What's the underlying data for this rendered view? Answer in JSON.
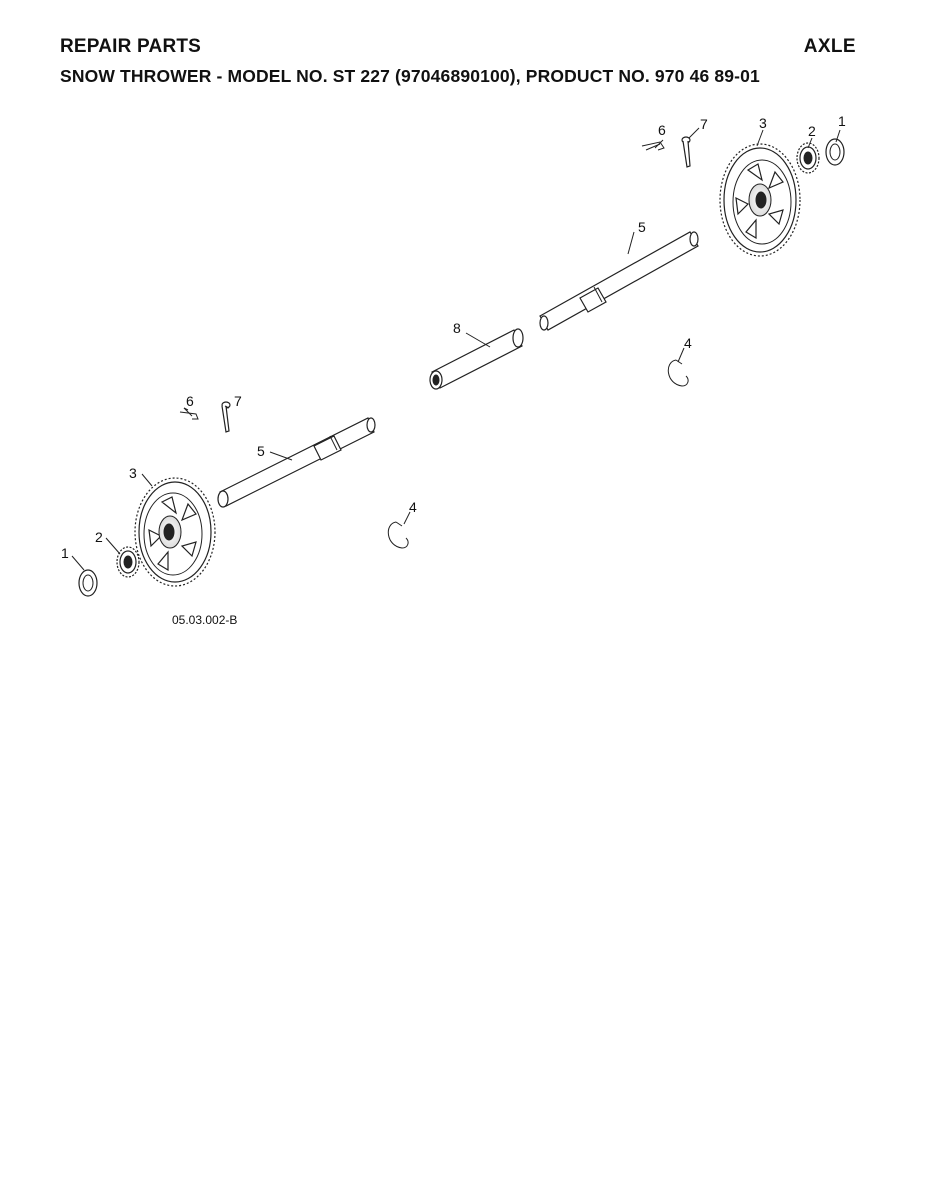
{
  "header": {
    "section": "REPAIR PARTS",
    "assembly": "AXLE",
    "subtitle": "SNOW THROWER - MODEL NO. ST 227 (97046890100), PRODUCT NO. 970 46 89-01"
  },
  "diagram": {
    "figure_ref": "05.03.002-B",
    "callouts": {
      "right_6": "6",
      "right_7": "7",
      "right_3": "3",
      "right_2": "2",
      "right_1": "1",
      "right_5": "5",
      "center_8": "8",
      "right_4": "4",
      "left_6": "6",
      "left_7": "7",
      "left_5": "5",
      "left_3": "3",
      "left_4": "4",
      "left_2": "2",
      "left_1": "1"
    }
  }
}
